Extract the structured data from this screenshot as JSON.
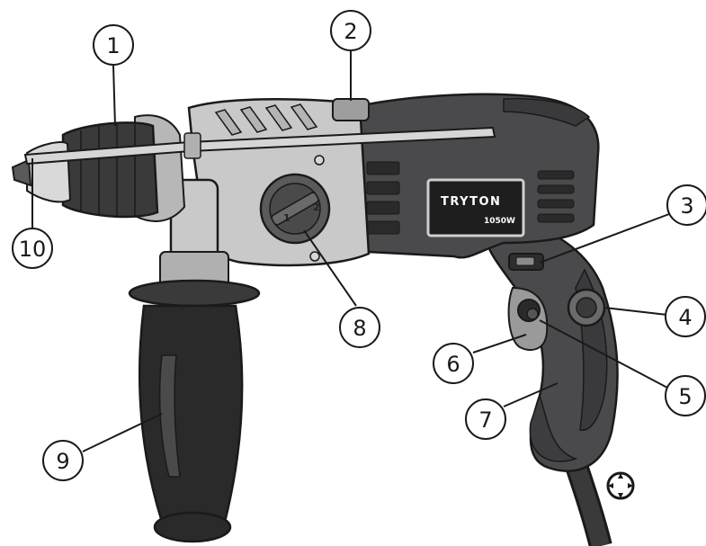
{
  "product": {
    "brand": "TRYTON",
    "power_rating": "1050W",
    "mode_dial_numbers": [
      "1",
      "2"
    ]
  },
  "callouts": [
    {
      "number": "1",
      "part": "keyed chuck"
    },
    {
      "number": "2",
      "part": "top housing vent"
    },
    {
      "number": "3",
      "part": "rotation direction switch"
    },
    {
      "number": "4",
      "part": "speed control wheel"
    },
    {
      "number": "5",
      "part": "trigger lock button"
    },
    {
      "number": "6",
      "part": "on/off trigger switch"
    },
    {
      "number": "7",
      "part": "main handle"
    },
    {
      "number": "8",
      "part": "mode selector dial"
    },
    {
      "number": "9",
      "part": "auxiliary handle"
    },
    {
      "number": "10",
      "part": "depth stop rod"
    }
  ],
  "colors": {
    "body_dark": "#4a4a4c",
    "body_light": "#c9c9c9",
    "grip_black": "#2a2a2a",
    "outline": "#1a1a1a"
  }
}
